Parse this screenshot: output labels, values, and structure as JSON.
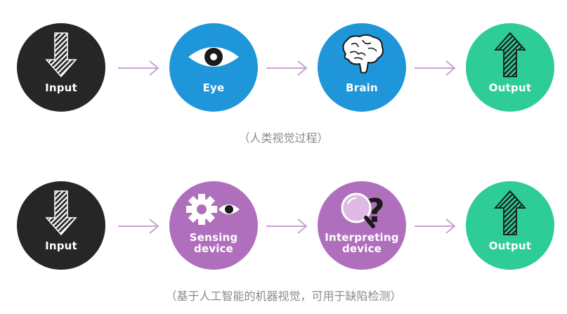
{
  "colors": {
    "black_node": "#262626",
    "blue_node": "#1f96d9",
    "purple_node": "#b06fbd",
    "green_node": "#2ecc97",
    "arrow": "#c9a2d0",
    "caption": "#8a8a8a"
  },
  "human_process": {
    "nodes": [
      {
        "label": "Input",
        "icon": "down-arrow-icon"
      },
      {
        "label": "Eye",
        "icon": "eye-icon"
      },
      {
        "label": "Brain",
        "icon": "brain-icon"
      },
      {
        "label": "Output",
        "icon": "up-arrow-icon"
      }
    ],
    "caption": "（人类视觉过程）"
  },
  "machine_process": {
    "nodes": [
      {
        "label": "Input",
        "icon": "down-arrow-icon"
      },
      {
        "label": "Sensing\ndevice",
        "icon": "gear-eye-icon"
      },
      {
        "label": "Interpreting\ndevice",
        "icon": "magnifier-question-icon"
      },
      {
        "label": "Output",
        "icon": "up-arrow-icon"
      }
    ],
    "caption": "（基于人工智能的机器视觉，可用于缺陷检测）"
  }
}
